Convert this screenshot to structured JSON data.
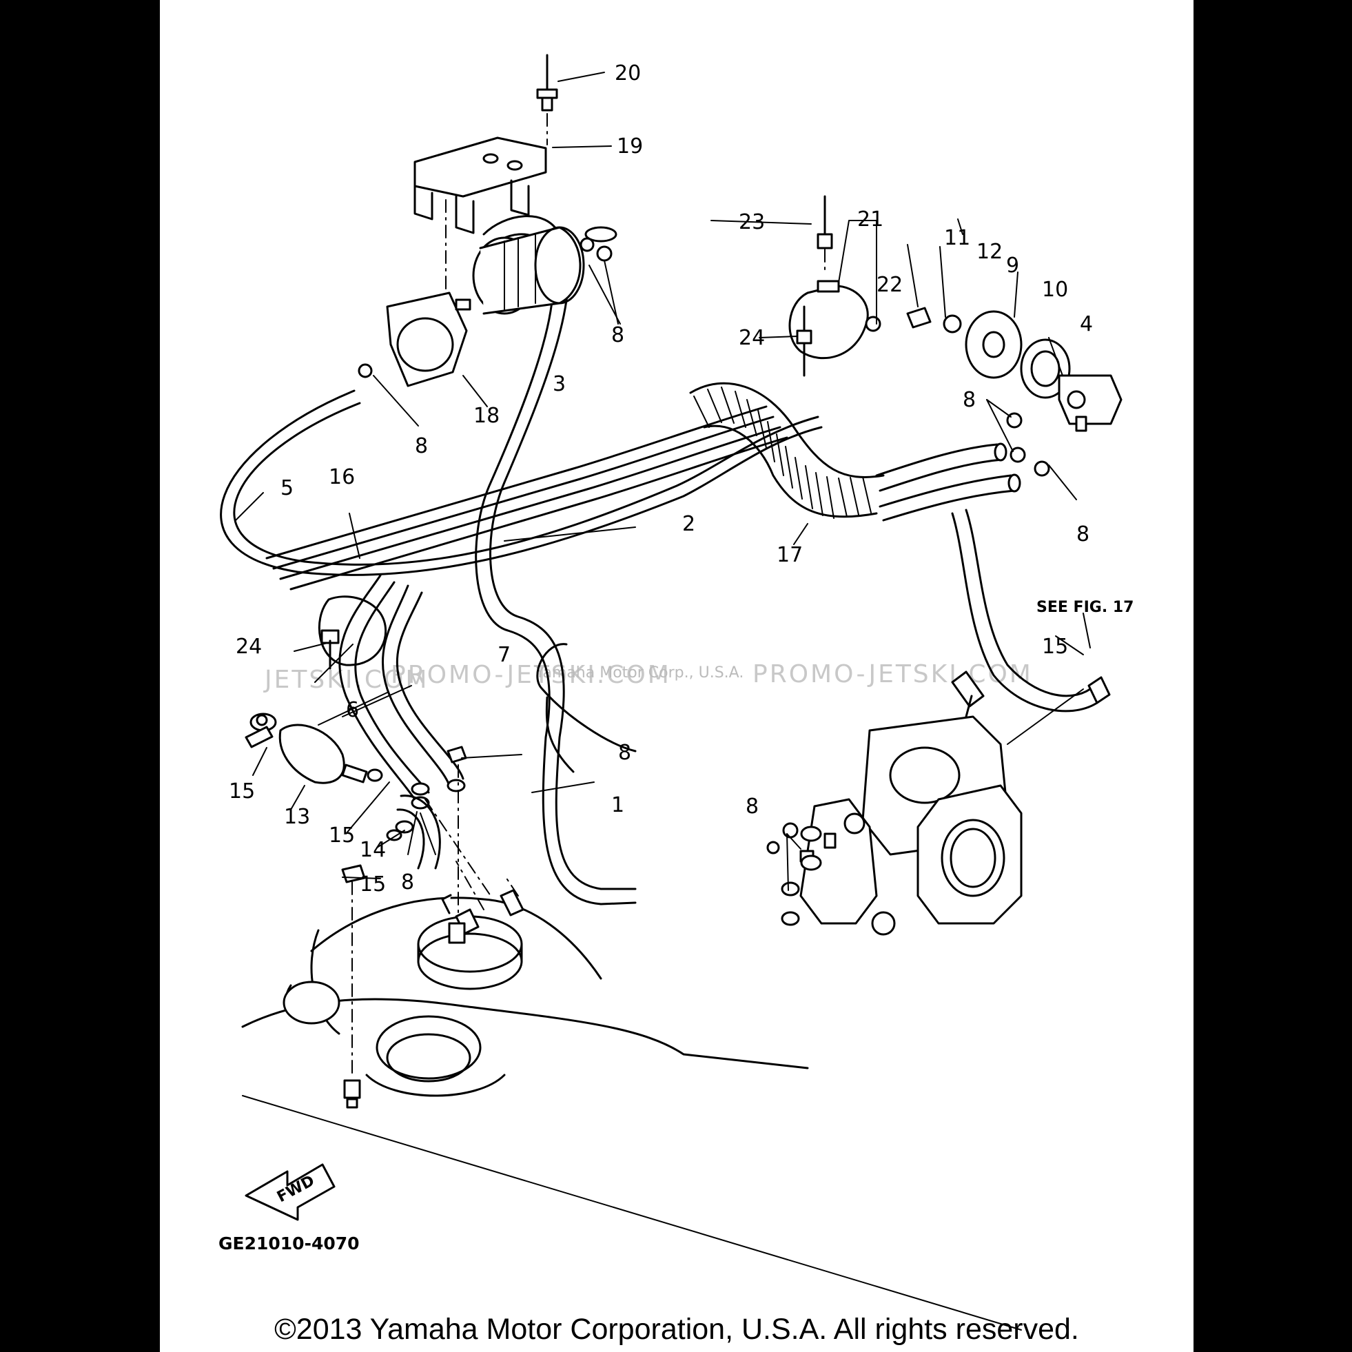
{
  "diagram": {
    "callouts": {
      "c1": "1",
      "c2": "2",
      "c3": "3",
      "c4": "4",
      "c5": "5",
      "c6": "6",
      "c7": "7",
      "c8": "8",
      "c9": "9",
      "c10": "10",
      "c11": "11",
      "c12": "12",
      "c13": "13",
      "c14": "14",
      "c15": "15",
      "c16": "16",
      "c17": "17",
      "c18": "18",
      "c19": "19",
      "c20": "20",
      "c21": "21",
      "c22": "22",
      "c23": "23",
      "c24": "24"
    },
    "see_fig_label": "SEE FIG. 17",
    "fwd_label": "FWD",
    "drawing_code": "GE21010-4070"
  },
  "watermark": {
    "left": "JETSKI.COM",
    "center": "PROMO-JETSKI.COM",
    "caption": "Yamaha Motor Corp., U.S.A.",
    "right": "PROMO-JETSKI.COM"
  },
  "footer": {
    "copyright": "©2013 Yamaha Motor Corporation, U.S.A. All rights reserved."
  }
}
